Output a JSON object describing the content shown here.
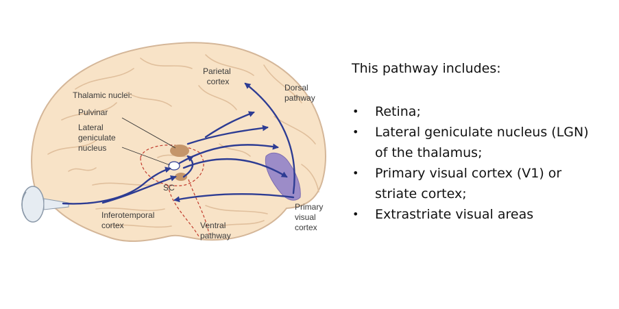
{
  "diagram": {
    "labels": {
      "parietal_cortex": [
        "Parietal",
        "cortex"
      ],
      "dorsal_pathway": [
        "Dorsal",
        "pathway"
      ],
      "thalamic_nuclei": "Thalamic nuclei:",
      "pulvinar": "Pulvinar",
      "lgn": [
        "Lateral",
        "geniculate",
        "nucleus"
      ],
      "sc": "SC",
      "inferotemporal_cortex": [
        "Inferotemporal",
        "cortex"
      ],
      "ventral_pathway": [
        "Ventral",
        "pathway"
      ],
      "primary_visual_cortex": [
        "Primary",
        "visual",
        "cortex"
      ]
    },
    "colors": {
      "brain_fill": "#f8e3c7",
      "brain_outline": "#d4b698",
      "arrow": "#2d3c93",
      "v1_fill": "#9c8cc8",
      "thalamus_fill": "#c4956a",
      "dashed": "#c0392b"
    }
  },
  "text_panel": {
    "heading": "This pathway includes:",
    "bullet_glyph": "•",
    "items": [
      {
        "line1": "Retina;"
      },
      {
        "line1": "Lateral geniculate nucleus (LGN)",
        "line2": "of the thalamus;"
      },
      {
        "line1": "Primary visual cortex (V1) or",
        "line2": "striate cortex;"
      },
      {
        "line1": "Extrastriate visual areas"
      }
    ]
  }
}
